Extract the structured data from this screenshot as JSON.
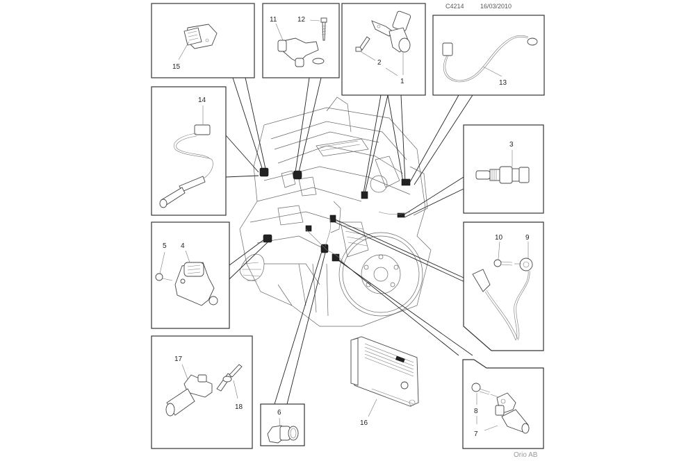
{
  "header": {
    "diagram_code": "C4214",
    "date": "16/03/2010"
  },
  "footer": {
    "publisher": "Orio AB"
  },
  "callouts": [
    {
      "id": "box-15",
      "labels": [
        "15"
      ],
      "part": "sensor connector"
    },
    {
      "id": "box-11-12",
      "labels": [
        "11",
        "12"
      ],
      "part": "sensor with bolt"
    },
    {
      "id": "box-1-2",
      "labels": [
        "1",
        "2"
      ],
      "part": "camshaft position sensor with bolt"
    },
    {
      "id": "box-13",
      "labels": [
        "13"
      ],
      "part": "oxygen sensor cable"
    },
    {
      "id": "box-14",
      "labels": [
        "14"
      ],
      "part": "oxygen sensor"
    },
    {
      "id": "box-3",
      "labels": [
        "3"
      ],
      "part": "temperature sensor"
    },
    {
      "id": "box-4-5",
      "labels": [
        "4",
        "5"
      ],
      "part": "sensor module with bolt"
    },
    {
      "id": "box-9-10",
      "labels": [
        "9",
        "10"
      ],
      "part": "knock sensor with bolt"
    },
    {
      "id": "box-17-18",
      "labels": [
        "17",
        "18"
      ],
      "part": "position sensor with stud"
    },
    {
      "id": "box-6",
      "labels": [
        "6"
      ],
      "part": "pressure switch"
    },
    {
      "id": "box-16",
      "labels": [
        "16"
      ],
      "part": "engine control module"
    },
    {
      "id": "box-7-8",
      "labels": [
        "7",
        "8"
      ],
      "part": "crankshaft sensor with bolt"
    }
  ],
  "labels": {
    "l1": "1",
    "l2": "2",
    "l3": "3",
    "l4": "4",
    "l5": "5",
    "l6": "6",
    "l7": "7",
    "l8": "8",
    "l9": "9",
    "l10": "10",
    "l11": "11",
    "l12": "12",
    "l13": "13",
    "l14": "14",
    "l15": "15",
    "l16": "16",
    "l17": "17",
    "l18": "18"
  }
}
